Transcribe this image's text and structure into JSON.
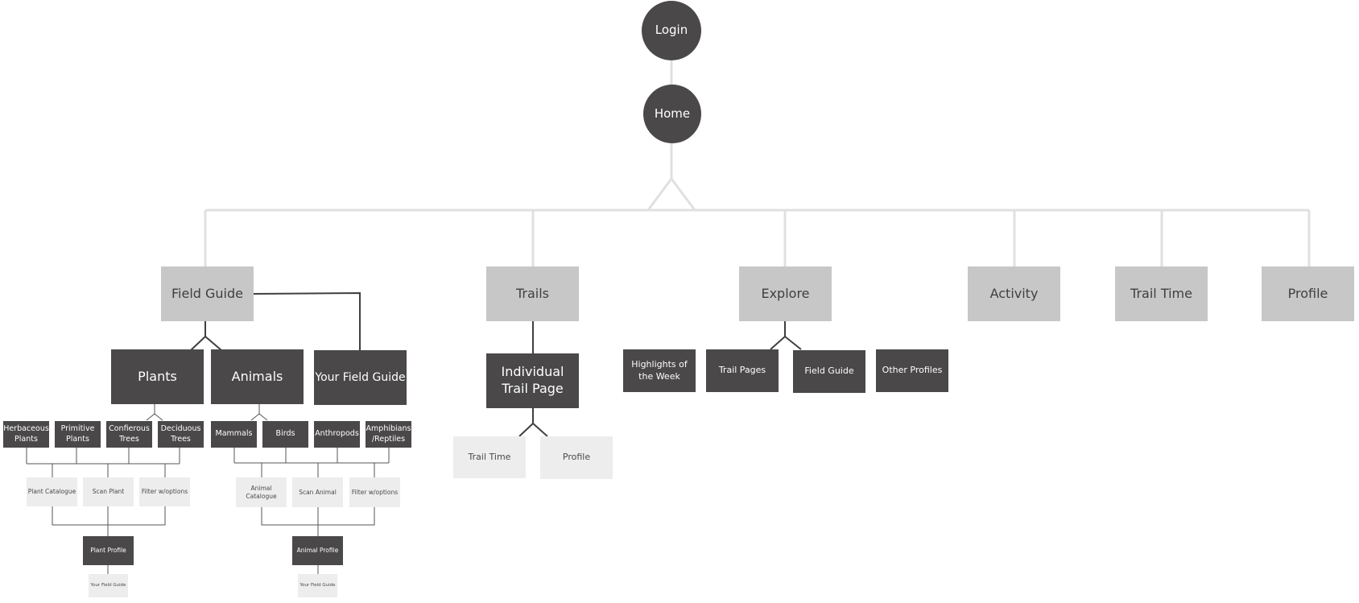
{
  "nodes": {
    "login": "Login",
    "home": "Home",
    "field_guide": "Field Guide",
    "trails": "Trails",
    "explore": "Explore",
    "activity": "Activity",
    "trail_time": "Trail Time",
    "profile": "Profile",
    "plants": "Plants",
    "animals": "Animals",
    "your_field_guide": "Your Field Guide",
    "individual_trail_page": "Individual Trail Page",
    "highlights": "Highlights of the Week",
    "trail_pages": "Trail Pages",
    "explore_field_guide": "Field Guide",
    "other_profiles": "Other Profiles",
    "trail_time_sub": "Trail Time",
    "profile_sub": "Profile",
    "herbaceous": "Herbaceous Plants",
    "primitive": "Primitive Plants",
    "coniferous": "Confierous Trees",
    "deciduous": "Deciduous Trees",
    "mammals": "Mammals",
    "birds": "Birds",
    "anthropods": "Anthropods",
    "amphibians": "Amphibians /Reptiles",
    "plant_catalogue": "Plant Catalogue",
    "scan_plant": "Scan Plant",
    "plant_filter": "Filter w/options",
    "animal_catalogue": "Animal Catalogue",
    "scan_animal": "Scan Animal",
    "animal_filter": "Filter w/options",
    "plant_profile": "Plant Profile",
    "animal_profile": "Animal Profile",
    "plant_your_field_guide": "Your Field Guide",
    "animal_your_field_guide": "Your Field Guide"
  }
}
